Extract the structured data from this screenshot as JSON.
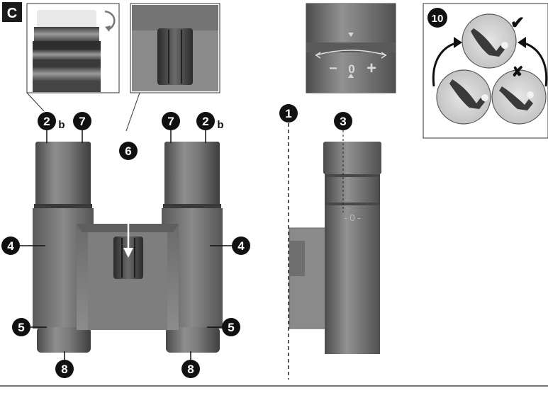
{
  "figure": {
    "label": "C",
    "callouts": {
      "c1": "1",
      "c2": "2",
      "c2_suffix": "b",
      "c3": "3",
      "c4": "4",
      "c5": "5",
      "c6": "6",
      "c7": "7",
      "c8": "8",
      "c10": "10"
    },
    "diopter_scale": {
      "minus": "−",
      "zero": "0",
      "plus": "+"
    },
    "body_scale_marks": "- 0 -",
    "status_marks": {
      "good": "✔",
      "bad": "✘"
    }
  }
}
